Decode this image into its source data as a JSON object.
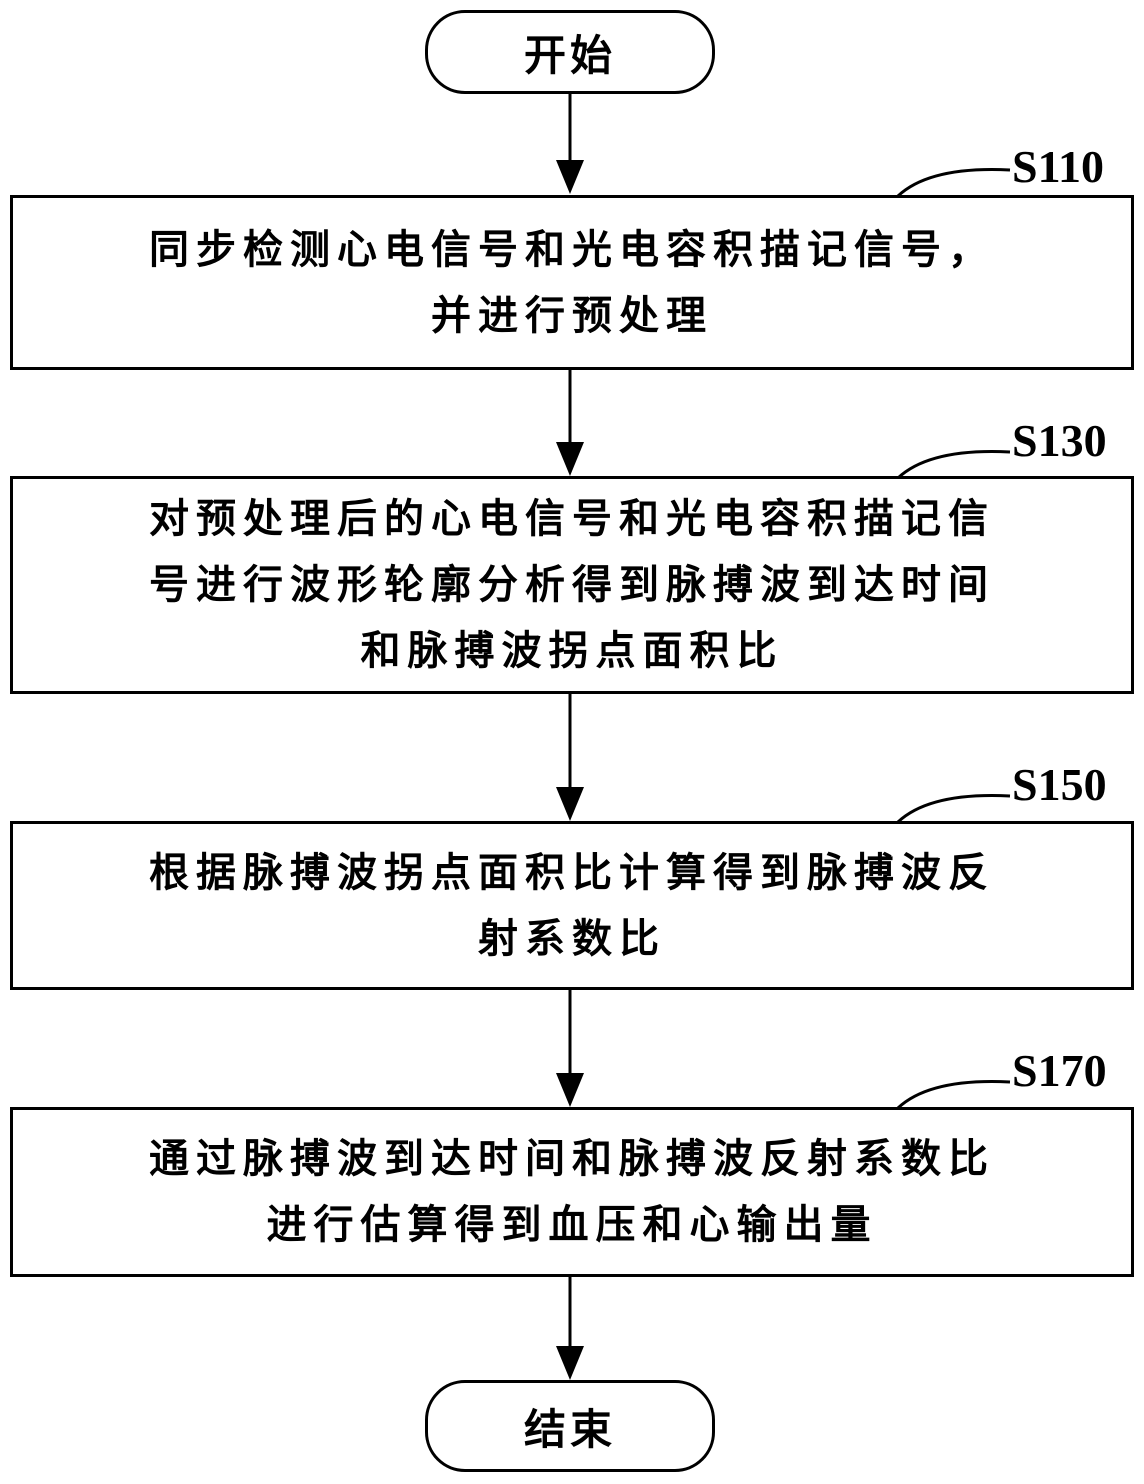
{
  "start": "开始",
  "end": "结束",
  "steps": [
    {
      "id": "S110",
      "lines": [
        "同步检测心电信号和光电容积描记信号，",
        "并进行预处理"
      ]
    },
    {
      "id": "S130",
      "lines": [
        "对预处理后的心电信号和光电容积描记信",
        "号进行波形轮廓分析得到脉搏波到达时间",
        "和脉搏波拐点面积比"
      ]
    },
    {
      "id": "S150",
      "lines": [
        "根据脉搏波拐点面积比计算得到脉搏波反",
        "射系数比"
      ]
    },
    {
      "id": "S170",
      "lines": [
        "通过脉搏波到达时间和脉搏波反射系数比",
        "进行估算得到血压和心输出量"
      ]
    }
  ]
}
